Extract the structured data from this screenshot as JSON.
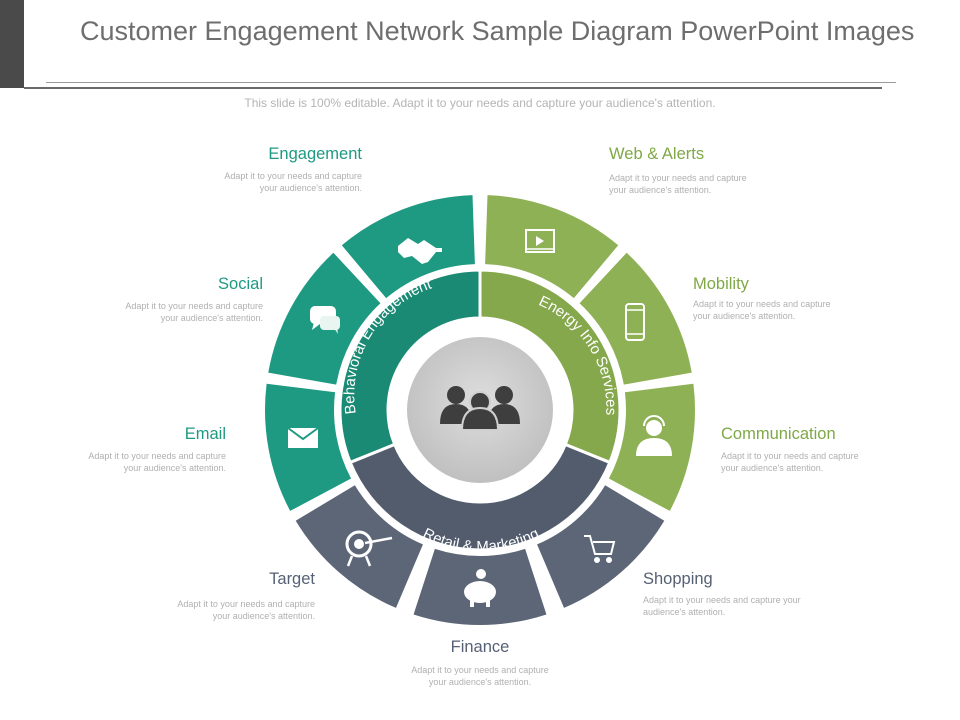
{
  "title": "Customer Engagement Network Sample Diagram PowerPoint Images",
  "subtitle": "This slide is 100% editable. Adapt it to your needs and capture your audience's attention.",
  "colors": {
    "teal": "#1e9a82",
    "green": "#8fb155",
    "slate": "#5d6677",
    "center": "#cfcfcf"
  },
  "rings": {
    "behavioral": "Behavioral Engagement",
    "energy": "Energy Info Services",
    "retail": "Retail & Marketing"
  },
  "center_icon": "people-group-icon",
  "items": {
    "engagement": {
      "label": "Engagement",
      "desc": "Adapt it to your needs and capture\nyour audience's attention.",
      "icon": "handshake-icon"
    },
    "social": {
      "label": "Social",
      "desc": "Adapt it to your needs and capture\nyour audience's attention.",
      "icon": "chat-bubbles-icon"
    },
    "email": {
      "label": "Email",
      "desc": "Adapt it to your needs and capture\nyour audience's attention.",
      "icon": "envelope-icon"
    },
    "web_alerts": {
      "label": "Web & Alerts",
      "desc": "Adapt it to your needs and capture\nyour audience's attention.",
      "icon": "video-player-icon"
    },
    "mobility": {
      "label": "Mobility",
      "desc": "Adapt it to your needs and capture\nyour audience's attention.",
      "icon": "smartphone-icon"
    },
    "communication": {
      "label": "Communication",
      "desc": "Adapt it to your needs and capture\nyour audience's attention.",
      "icon": "headset-agent-icon"
    },
    "target": {
      "label": "Target",
      "desc": "Adapt it to your needs and capture\nyour audience's attention.",
      "icon": "target-dollar-icon"
    },
    "finance": {
      "label": "Finance",
      "desc": "Adapt it to your needs and capture\nyour audience's attention.",
      "icon": "piggy-bank-icon"
    },
    "shopping": {
      "label": "Shopping",
      "desc": "Adapt it to your needs and capture your\naudience's attention.",
      "icon": "shopping-cart-icon"
    }
  }
}
